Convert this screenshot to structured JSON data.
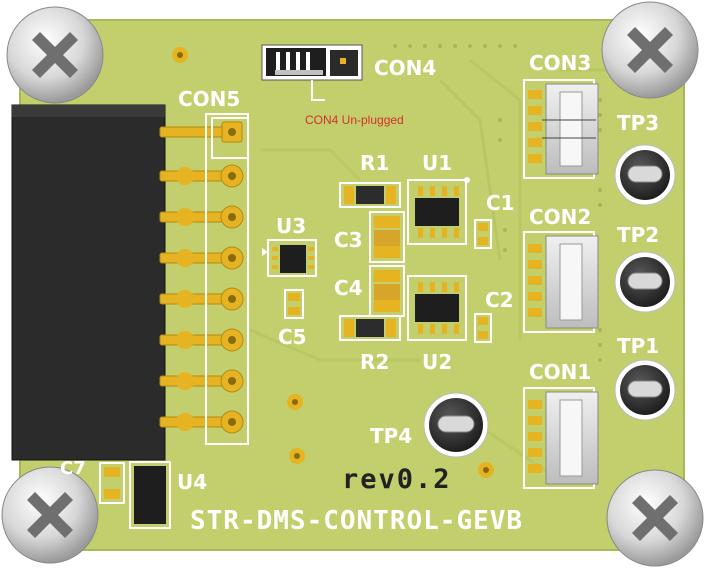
{
  "labels": {
    "con4": "CON4",
    "con4_note": "CON4 Un-plugged",
    "con5": "CON5",
    "con3": "CON3",
    "con2": "CON2",
    "con1": "CON1",
    "tp1": "TP1",
    "tp2": "TP2",
    "tp3": "TP3",
    "tp4": "TP4",
    "r1": "R1",
    "r2": "R2",
    "u1": "U1",
    "u2": "U2",
    "u3": "U3",
    "u4": "U4",
    "c1": "C1",
    "c2": "C2",
    "c3": "C3",
    "c4": "C4",
    "c5": "C5",
    "c7": "C7",
    "revision": "rev0.2",
    "board_name": "STR-DMS-CONTROL-GEVB"
  },
  "colors": {
    "pcb": "#c2cf6b",
    "silkscreen": "#ffffff",
    "pad_gold": "#e6b422",
    "note_red": "#d0312d"
  }
}
